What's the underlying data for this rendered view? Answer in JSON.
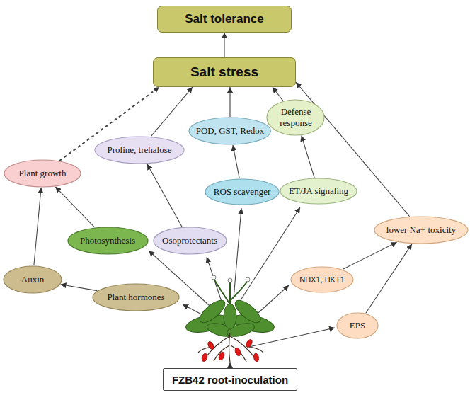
{
  "diagram": {
    "nodes": [
      {
        "text": [
          "Salt tolerance"
        ]
      },
      {
        "text": [
          "Salt stress"
        ]
      },
      {
        "text": [
          "Plant growth"
        ]
      },
      {
        "text": [
          "Proline, trehalose"
        ]
      },
      {
        "text": [
          "POD, GST, Redox"
        ]
      },
      {
        "text": [
          "Defense response"
        ]
      },
      {
        "text": [
          "Photosynthesis"
        ]
      },
      {
        "text": [
          "Osoprotectants"
        ]
      },
      {
        "text": [
          "ROS scavenger"
        ]
      },
      {
        "text": [
          "ET/JA signaling"
        ]
      },
      {
        "text": [
          "lower Na+ toxicity"
        ]
      },
      {
        "text": [
          "Auxin"
        ]
      },
      {
        "text": [
          "Plant hormones"
        ]
      },
      {
        "text": [
          "NHX1, HKT1"
        ]
      },
      {
        "text": [
          "EPS"
        ]
      },
      {
        "text": [
          "FZB42 root-inoculation"
        ]
      }
    ],
    "edges": [
      {
        "from": 1,
        "to": 0,
        "arrow": "to"
      },
      {
        "from": 2,
        "to": 1,
        "arrow": "to"
      },
      {
        "from": 3,
        "to": 1,
        "arrow": "to"
      },
      {
        "from": 4,
        "to": 1,
        "arrow": "to"
      },
      {
        "from": 5,
        "to": 1,
        "arrow": "to"
      },
      {
        "from": 10,
        "to": 1,
        "arrow": "to"
      },
      {
        "from": 6,
        "to": 2,
        "arrow": "to"
      },
      {
        "from": 11,
        "to": 2,
        "arrow": "to"
      },
      {
        "from": 7,
        "to": 3,
        "arrow": "to"
      },
      {
        "from": 8,
        "to": 4,
        "arrow": "to"
      },
      {
        "from": 9,
        "to": 5,
        "arrow": "to"
      },
      {
        "from": 12,
        "to": 11,
        "arrow": "to"
      },
      {
        "from": 13,
        "to": 10,
        "arrow": "to"
      },
      {
        "from": 14,
        "to": 10,
        "arrow": "to"
      }
    ]
  }
}
